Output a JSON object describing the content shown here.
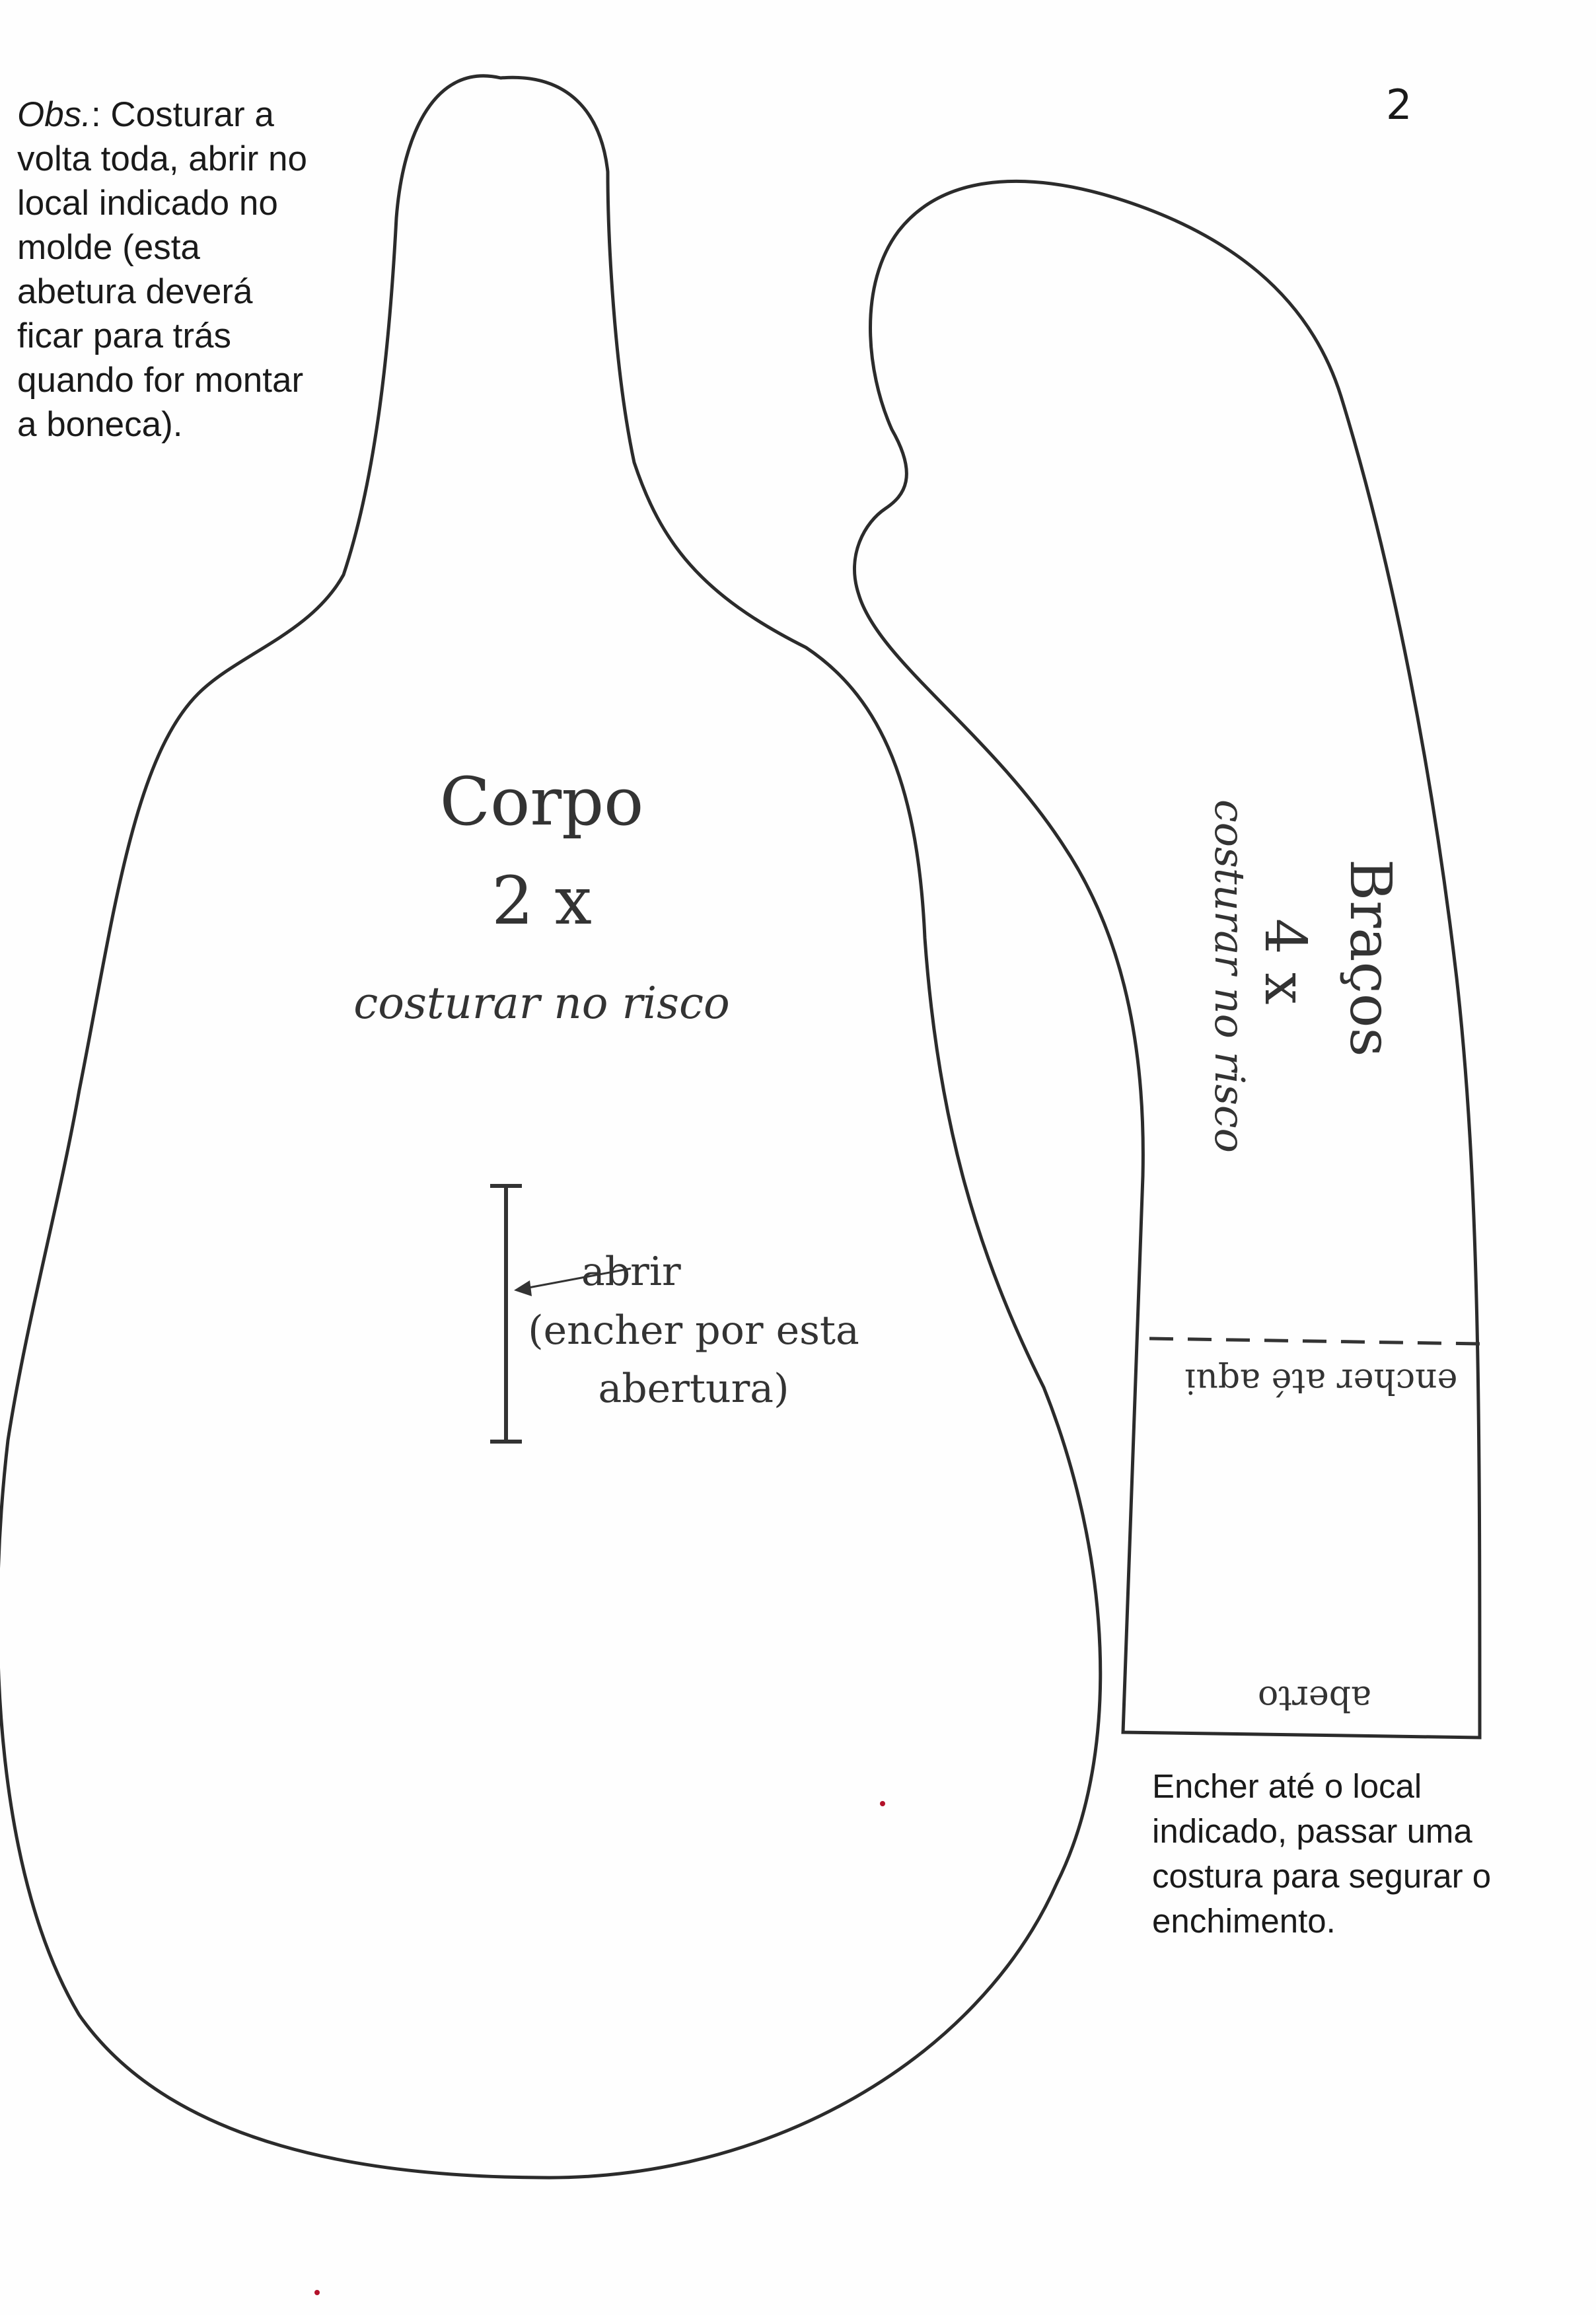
{
  "page_number": "2",
  "observation": {
    "prefix": "Obs.",
    "text": ": Costurar a volta toda, abrir no local indicado no molde (esta abetura deverá ficar para trás quando for montar a boneca)."
  },
  "body_pattern": {
    "title": "Corpo",
    "count": "2 x",
    "instruction": "costurar no risco",
    "opening_label": "abrir",
    "opening_detail": "(encher por esta abertura)"
  },
  "arm_pattern": {
    "title": "Braços",
    "count": "4 x",
    "instruction": "costurar no risco",
    "fill_line_label": "encher até aqui",
    "open_end_label": "aberto"
  },
  "fill_note": "Encher até o local indicado, passar uma costura para segurar o enchimento.",
  "colors": {
    "outline": "#2b2b2b",
    "label_text": "#333333",
    "speck": "#b3122a"
  }
}
